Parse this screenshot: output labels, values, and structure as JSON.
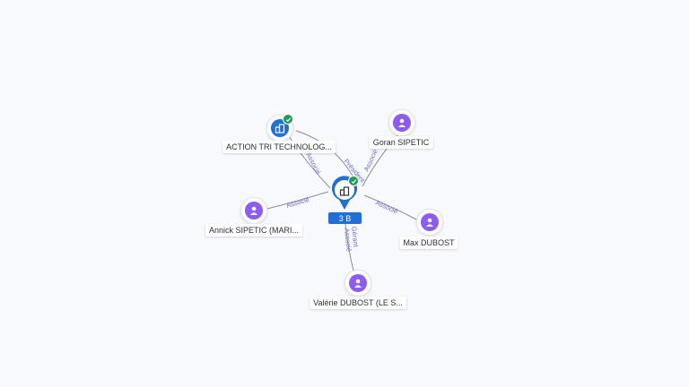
{
  "nodes": {
    "center": {
      "badge": "3 B",
      "icon": "building-icon",
      "verified": true
    },
    "action_tri": {
      "label": "ACTION TRI TECHNOLOG...",
      "icon": "building-icon",
      "verified": true
    },
    "goran": {
      "label": "Goran SIPETIC",
      "icon": "person-icon"
    },
    "annick": {
      "label": "Annick SIPETIC (MARI...",
      "icon": "person-icon"
    },
    "max": {
      "label": "Max DUBOST",
      "icon": "person-icon"
    },
    "valerie": {
      "label": "Valérie DUBOST (LE S...",
      "icon": "person-icon"
    }
  },
  "edges": {
    "action_tri_1": "Associé",
    "action_tri_2": "Président",
    "goran": "Associé",
    "annick": "Associé",
    "max": "Associé",
    "valerie_1": "Gérant",
    "valerie_2": "Associé"
  },
  "colors": {
    "person": "#8b5cf6",
    "company": "#1f6fd6",
    "verified": "#1f9d55",
    "edge_label": "#6a6fcf"
  }
}
